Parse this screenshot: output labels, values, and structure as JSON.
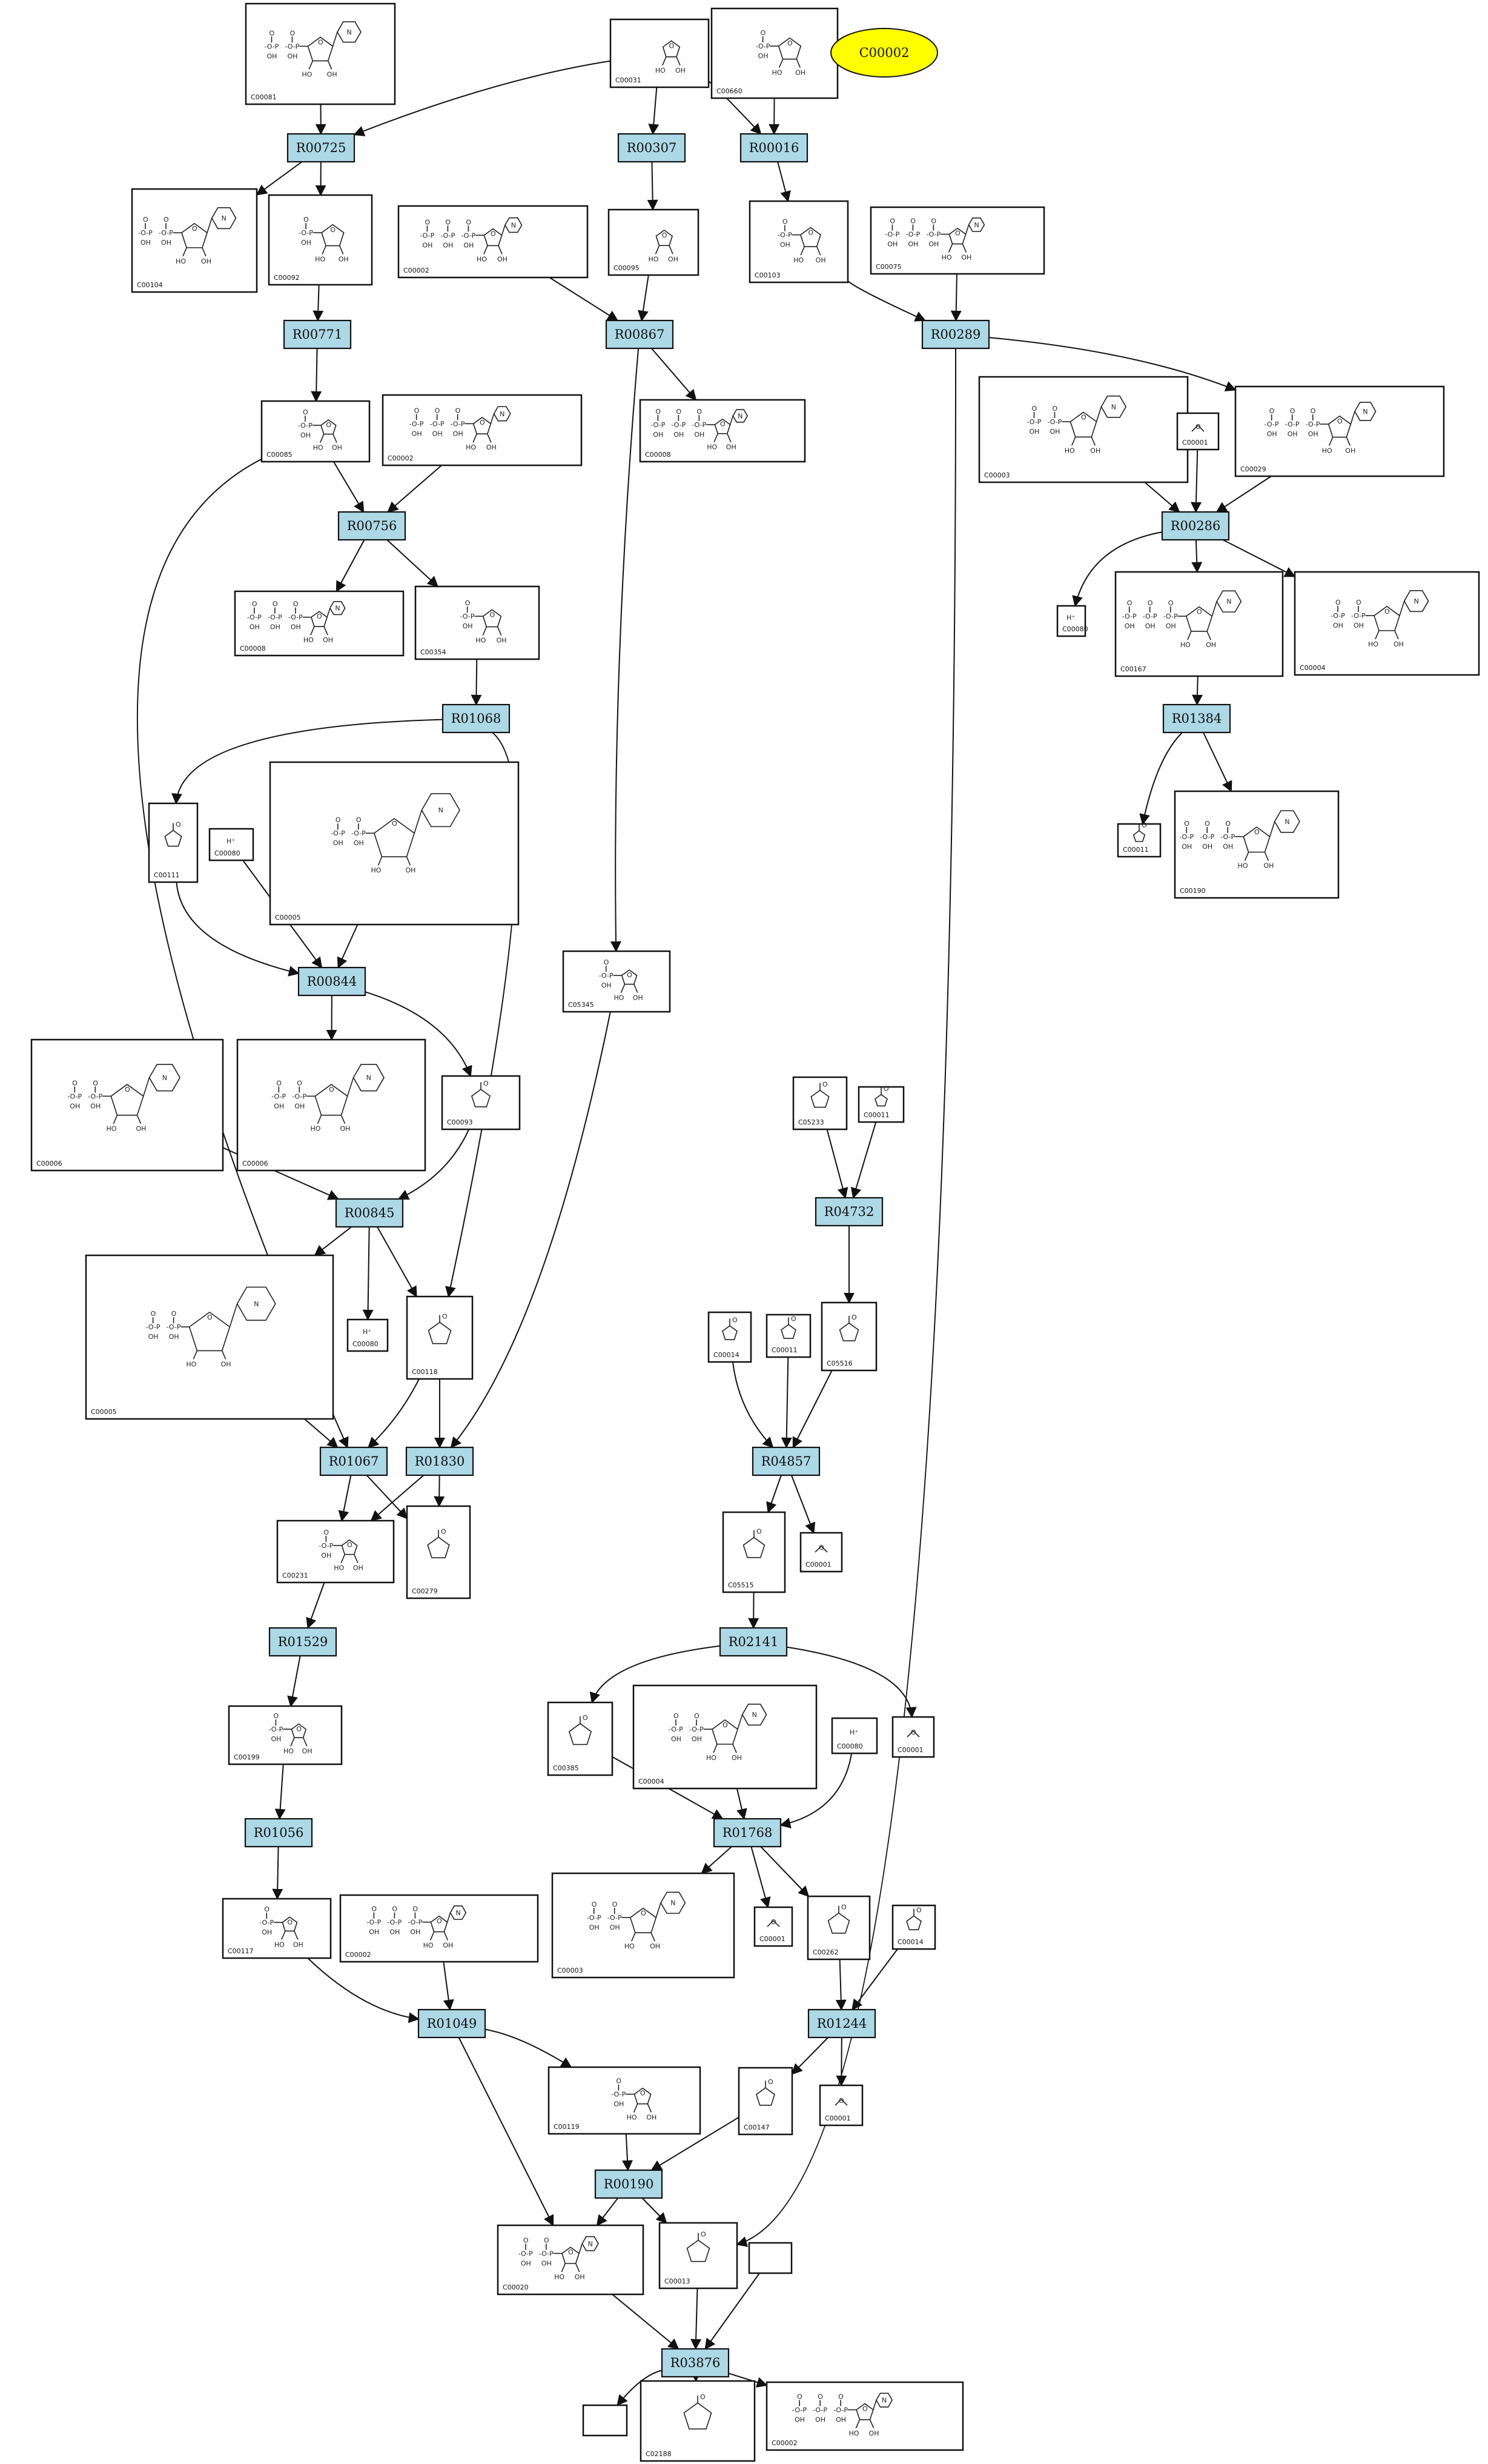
{
  "highlight": {
    "label": "C00002",
    "color": "#ffff00"
  },
  "colors": {
    "reaction_fill": "#add8e6",
    "edge": "#111111",
    "box": "#111111"
  },
  "reactions": [
    {
      "id": "R00725"
    },
    {
      "id": "R00307"
    },
    {
      "id": "R00016"
    },
    {
      "id": "R00771"
    },
    {
      "id": "R00867"
    },
    {
      "id": "R00289"
    },
    {
      "id": "R00286"
    },
    {
      "id": "R00756"
    },
    {
      "id": "R01068"
    },
    {
      "id": "R01384"
    },
    {
      "id": "R00844"
    },
    {
      "id": "R04732"
    },
    {
      "id": "R00845"
    },
    {
      "id": "R04857"
    },
    {
      "id": "R01067"
    },
    {
      "id": "R01830"
    },
    {
      "id": "R02141"
    },
    {
      "id": "R01529"
    },
    {
      "id": "R01768"
    },
    {
      "id": "R01056"
    },
    {
      "id": "R01049"
    },
    {
      "id": "R01244"
    },
    {
      "id": "R00190"
    },
    {
      "id": "R03876"
    }
  ],
  "compounds": [
    {
      "key": "c1",
      "label": "C00081",
      "mol": "nucleotide"
    },
    {
      "key": "c2",
      "label": "C00031",
      "mol": "sugar"
    },
    {
      "key": "c3",
      "label": "C00660",
      "mol": "sugarphos"
    },
    {
      "key": "c4",
      "label": "C00104",
      "mol": "nucleotide"
    },
    {
      "key": "c5",
      "label": "C00092",
      "mol": "sugarphos"
    },
    {
      "key": "c6",
      "label": "C00002",
      "mol": "nucleotide"
    },
    {
      "key": "c7",
      "label": "C00095",
      "mol": "sugar"
    },
    {
      "key": "c8",
      "label": "C00103",
      "mol": "sugarphos"
    },
    {
      "key": "c9",
      "label": "C00075",
      "mol": "nucleotide"
    },
    {
      "key": "c10",
      "label": "C00085",
      "mol": "sugarphos"
    },
    {
      "key": "c11",
      "label": "C00002",
      "mol": "nucleotide"
    },
    {
      "key": "c12",
      "label": "C00008",
      "mol": "nucleotide"
    },
    {
      "key": "c13",
      "label": "C00003",
      "mol": "dinucleotide"
    },
    {
      "key": "c14",
      "label": "C00001",
      "mol": "water"
    },
    {
      "key": "c15",
      "label": "C00029",
      "mol": "nucleotide"
    },
    {
      "key": "c16",
      "label": "C00008",
      "mol": "nucleotide"
    },
    {
      "key": "c17",
      "label": "C00354",
      "mol": "sugarphos"
    },
    {
      "key": "c18",
      "label": "C00080",
      "mol": "proton"
    },
    {
      "key": "c19",
      "label": "C00167",
      "mol": "nucleotide"
    },
    {
      "key": "c20",
      "label": "C00004",
      "mol": "dinucleotide"
    },
    {
      "key": "c21",
      "label": "C00111",
      "mol": "small"
    },
    {
      "key": "c22",
      "label": "C00080",
      "mol": "proton"
    },
    {
      "key": "c23",
      "label": "C00005",
      "mol": "dinucleotide"
    },
    {
      "key": "c24",
      "label": "C00011",
      "mol": "small"
    },
    {
      "key": "c25",
      "label": "C00190",
      "mol": "nucleotide"
    },
    {
      "key": "c26",
      "label": "C05345",
      "mol": "sugarphos"
    },
    {
      "key": "c27",
      "label": "C00006",
      "mol": "dinucleotide"
    },
    {
      "key": "c28",
      "label": "C00006",
      "mol": "dinucleotide"
    },
    {
      "key": "c29",
      "label": "C00093",
      "mol": "small"
    },
    {
      "key": "c30",
      "label": "C05233",
      "mol": "small"
    },
    {
      "key": "c31",
      "label": "C00011",
      "mol": "small"
    },
    {
      "key": "c32",
      "label": "C00005",
      "mol": "dinucleotide"
    },
    {
      "key": "c33",
      "label": "C00080",
      "mol": "proton"
    },
    {
      "key": "c34",
      "label": "C00118",
      "mol": "small"
    },
    {
      "key": "c35",
      "label": "C00014",
      "mol": "small"
    },
    {
      "key": "c36",
      "label": "C00011",
      "mol": "small"
    },
    {
      "key": "c37",
      "label": "C05516",
      "mol": "small"
    },
    {
      "key": "c38",
      "label": "C00231",
      "mol": "sugarphos"
    },
    {
      "key": "c39",
      "label": "C00279",
      "mol": "small"
    },
    {
      "key": "c40",
      "label": "C05515",
      "mol": "small"
    },
    {
      "key": "c41",
      "label": "C00001",
      "mol": "water"
    },
    {
      "key": "c42",
      "label": "C00199",
      "mol": "sugarphos"
    },
    {
      "key": "c43",
      "label": "C00385",
      "mol": "small"
    },
    {
      "key": "c44",
      "label": "C00004",
      "mol": "dinucleotide"
    },
    {
      "key": "c45",
      "label": "C00080",
      "mol": "proton"
    },
    {
      "key": "c46",
      "label": "C00001",
      "mol": "water"
    },
    {
      "key": "c47",
      "label": "C00117",
      "mol": "sugarphos"
    },
    {
      "key": "c48",
      "label": "C00002",
      "mol": "nucleotide"
    },
    {
      "key": "c49",
      "label": "C00003",
      "mol": "dinucleotide"
    },
    {
      "key": "c50",
      "label": "C00001",
      "mol": "water"
    },
    {
      "key": "c51",
      "label": "C00262",
      "mol": "small"
    },
    {
      "key": "c52",
      "label": "C00014",
      "mol": "small"
    },
    {
      "key": "c53",
      "label": "C00119",
      "mol": "sugarphos"
    },
    {
      "key": "c54",
      "label": "C00147",
      "mol": "small"
    },
    {
      "key": "c55",
      "label": "C00001",
      "mol": "water"
    },
    {
      "key": "c56",
      "label": "C00020",
      "mol": "nucleotide"
    },
    {
      "key": "c57",
      "label": "C00013",
      "mol": "small"
    },
    {
      "key": "c58",
      "label": "",
      "mol": "none"
    },
    {
      "key": "c59",
      "label": "",
      "mol": "none"
    },
    {
      "key": "c60",
      "label": "C02188",
      "mol": "small"
    },
    {
      "key": "c61",
      "label": "C00002",
      "mol": "nucleotide"
    }
  ]
}
